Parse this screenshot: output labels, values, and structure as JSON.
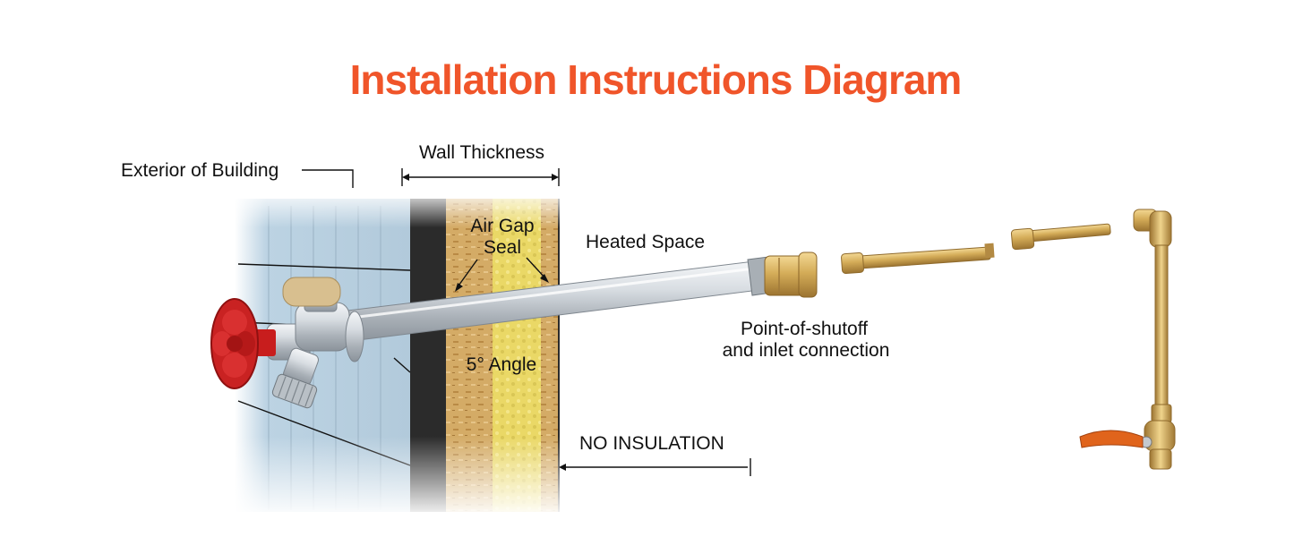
{
  "title": "Installation Instructions Diagram",
  "labels": {
    "exterior": "Exterior of Building",
    "wall_thickness": "Wall Thickness",
    "air_gap_line1": "Air Gap",
    "air_gap_line2": "Seal",
    "heated_space": "Heated Space",
    "shutoff_line1": "Point-of-shutoff",
    "shutoff_line2": "and inlet connection",
    "angle": "5° Angle",
    "no_insulation": "NO INSULATION"
  },
  "colors": {
    "title": "#f0552a",
    "siding": "#bcd3e3",
    "insulation": "#ecd96a",
    "sheathing": "#d2a963",
    "brass": "#c9a24f",
    "chrome": "#c3c8cd",
    "valve_handle": "#cc1f1f",
    "lever": "#e0641c"
  },
  "icons": {
    "handle": "red-wheel-handle-icon",
    "lever": "ball-valve-lever-icon"
  }
}
